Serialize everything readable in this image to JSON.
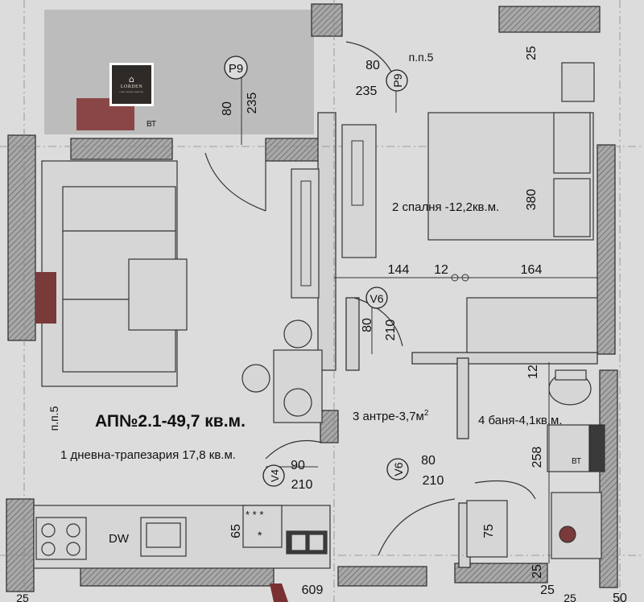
{
  "brand": {
    "logo_text": "LORDEN",
    "logo_sub": "real estate agency"
  },
  "apartment": {
    "title": "АП№2.1-49,7 кв.м."
  },
  "rooms": {
    "living": "1 дневна-трапезария 17,8 кв.м.",
    "bedroom": "2 спалня -12,2кв.м.",
    "hall": "3 антре-3,7м",
    "hall_sup": "2",
    "bath": "4 баня-4,1кв.м."
  },
  "markers": {
    "p9a": "P9",
    "p9b": "P9",
    "v6a": "V6",
    "v6b": "V6",
    "v4": "V4"
  },
  "dims": {
    "d80a": "80",
    "d235a": "235",
    "d80b": "80",
    "d235b": "235",
    "pp5a": "п.п.5",
    "pp5b": "п.п.5",
    "d25a": "25",
    "d380": "380",
    "d144": "144",
    "d12a": "12",
    "d164": "164",
    "d80c": "80",
    "d210a": "210",
    "d12b": "12",
    "d90": "90",
    "d210b": "210",
    "d80d": "80",
    "d210c": "210",
    "d258": "258",
    "d75": "75",
    "d65": "65",
    "d609": "609",
    "d25b": "25",
    "d25c": "25",
    "d50": "50",
    "d25d": "25",
    "d25e": "25"
  },
  "labels": {
    "bt1": "ВТ",
    "bt2": "ВТ",
    "dw": "DW",
    "stars1": "* * *",
    "stars2": "*"
  },
  "colors": {
    "paper": "#dcdcdc",
    "balcony": "#bdbdbd",
    "wall": "#3a3a3a",
    "hatch": "#8a8a8a",
    "accent_red": "#7a3a3a",
    "line": "#333333"
  }
}
